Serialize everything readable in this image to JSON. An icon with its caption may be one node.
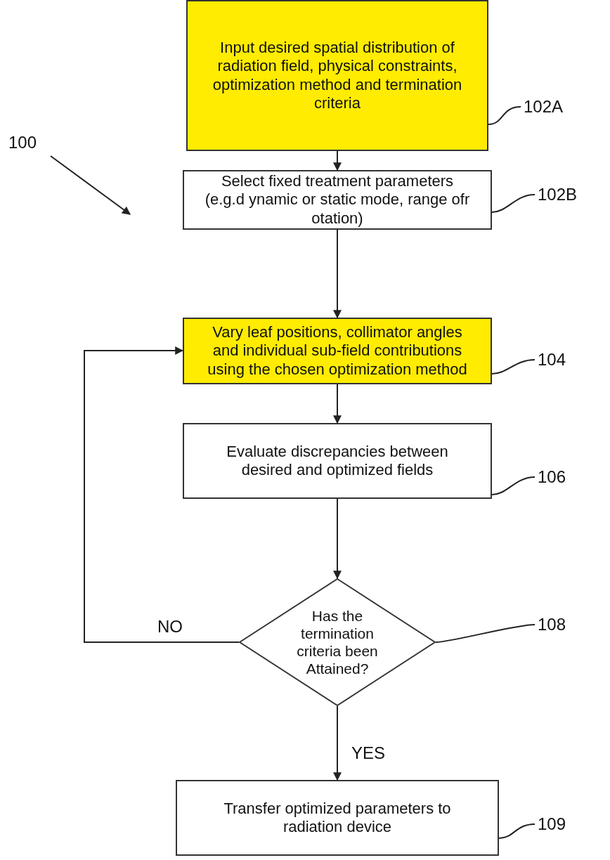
{
  "diagram": {
    "nodes": [
      {
        "text": [
          "Input desired spatial distribution of radiation field, physical constraints, optimization method and termination criteria"
        ]
      },
      {
        "text": [
          "Select  fixed treatment parameters (e.g.d ynamic or static mode, range ofr otation)"
        ]
      },
      {
        "text": [
          "Vary leaf positions, collimator angles and individual sub-field contributions using the chosen optimization method"
        ]
      },
      {
        "text": [
          "Evaluate discrepancies between desired and optimized fields"
        ]
      },
      {
        "text": [
          "Has the termination criteria been Attained?"
        ]
      },
      {
        "text": [
          "Transfer optimized parameters to radiation device"
        ]
      },
      {
        "text": [
          "102A"
        ]
      },
      {
        "text": [
          "102B"
        ]
      },
      {
        "text": [
          "104"
        ]
      },
      {
        "text": [
          "106"
        ]
      },
      {
        "text": [
          "108"
        ]
      },
      {
        "text": [
          "109"
        ]
      },
      {
        "text": [
          "100"
        ]
      }
    ],
    "edges": [
      {
        "from": 0,
        "to": 1,
        "arrow": "to"
      },
      {
        "from": 1,
        "to": 2,
        "arrow": "to"
      },
      {
        "from": 2,
        "to": 3,
        "arrow": "to"
      },
      {
        "from": 3,
        "to": 4,
        "arrow": "to"
      },
      {
        "from": 4,
        "to": 2,
        "arrow": "to",
        "label": "NO"
      },
      {
        "from": 4,
        "to": 5,
        "arrow": "to",
        "label": "YES"
      },
      {
        "from": 6,
        "to": 0,
        "arrow": "none"
      },
      {
        "from": 7,
        "to": 1,
        "arrow": "none"
      },
      {
        "from": 8,
        "to": 2,
        "arrow": "none"
      },
      {
        "from": 9,
        "to": 3,
        "arrow": "none"
      },
      {
        "from": 10,
        "to": 4,
        "arrow": "none"
      },
      {
        "from": 11,
        "to": 5,
        "arrow": "none"
      },
      {
        "from": 12,
        "to": null,
        "arrow": "to"
      }
    ]
  }
}
